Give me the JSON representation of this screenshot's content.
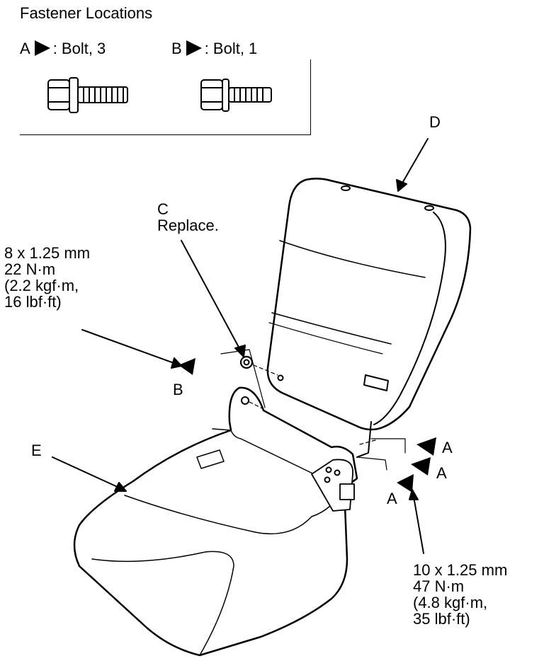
{
  "legend": {
    "title": "Fastener Locations",
    "a_letter": "A",
    "a_text": ": Bolt, 3",
    "b_letter": "B",
    "b_text": ": Bolt, 1"
  },
  "callouts": {
    "c_letter": "C",
    "c_note": "Replace.",
    "d_letter": "D",
    "e_letter": "E",
    "b_marker": "B",
    "a_marker": "A"
  },
  "spec_b": [
    "8 x 1.25 mm",
    "22 N·m",
    "(2.2 kgf·m,",
    "16 lbf·ft)"
  ],
  "spec_a": [
    "10 x 1.25 mm",
    "47 N·m",
    "(4.8 kgf·m,",
    "35 lbf·ft)"
  ]
}
